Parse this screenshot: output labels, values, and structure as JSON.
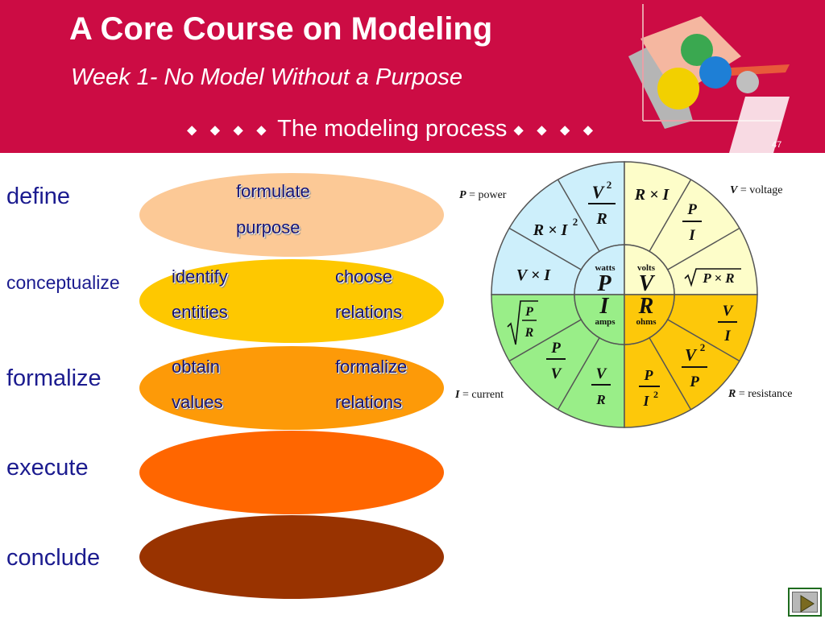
{
  "slide": {
    "title": "A Core Course on Modeling",
    "subtitle": "Week 1- No Model Without a Purpose",
    "section_title": "The modeling process",
    "section_decor": "◆ ◆ ◆ ◆",
    "page_number": "47"
  },
  "stages": [
    {
      "label": "define",
      "color": "#fcc996",
      "cells": [
        "formulate",
        "purpose"
      ]
    },
    {
      "label": "conceptualize",
      "color": "#fec800",
      "cells": [
        "identify",
        "entities",
        "choose",
        "relations"
      ]
    },
    {
      "label": "formalize",
      "color": "#fd9a08",
      "cells": [
        "obtain",
        "values",
        "formalize",
        "relations"
      ]
    },
    {
      "label": "execute",
      "color": "#ff6600",
      "cells": []
    },
    {
      "label": "conclude",
      "color": "#993300",
      "cells": []
    }
  ],
  "wheel": {
    "legend": {
      "power": {
        "sym": "P",
        "text": "= power"
      },
      "voltage": {
        "sym": "V",
        "text": "= voltage"
      },
      "current": {
        "sym": "I",
        "text": "= current"
      },
      "resistance": {
        "sym": "R",
        "text": "= resistance"
      }
    },
    "center": {
      "watts": "watts",
      "volts": "volts",
      "amps": "amps",
      "ohms": "ohms",
      "P": "P",
      "V": "V",
      "I": "I",
      "R": "R"
    },
    "quadrant_colors": {
      "power": "#cdeffb",
      "voltage": "#fdfdc9",
      "current": "#99ee88",
      "resistance": "#fdc80a"
    },
    "formulas": {
      "p1_num": "V",
      "p1_exp": "2",
      "p1_den": "R",
      "p2_base": "R × I",
      "p2_exp": "2",
      "p3": "V × I",
      "v1": "R × I",
      "v2_num": "P",
      "v2_den": "I",
      "v3": "P × R",
      "i1_num": "P",
      "i1_den": "R",
      "i2_num": "P",
      "i2_den": "V",
      "i3_num": "V",
      "i3_den": "R",
      "r1_num": "V",
      "r1_den": "I",
      "r2_num": "V",
      "r2_exp": "2",
      "r2_den": "P",
      "r3_num": "P",
      "r3_den": "I",
      "r3_exp": "2"
    }
  }
}
